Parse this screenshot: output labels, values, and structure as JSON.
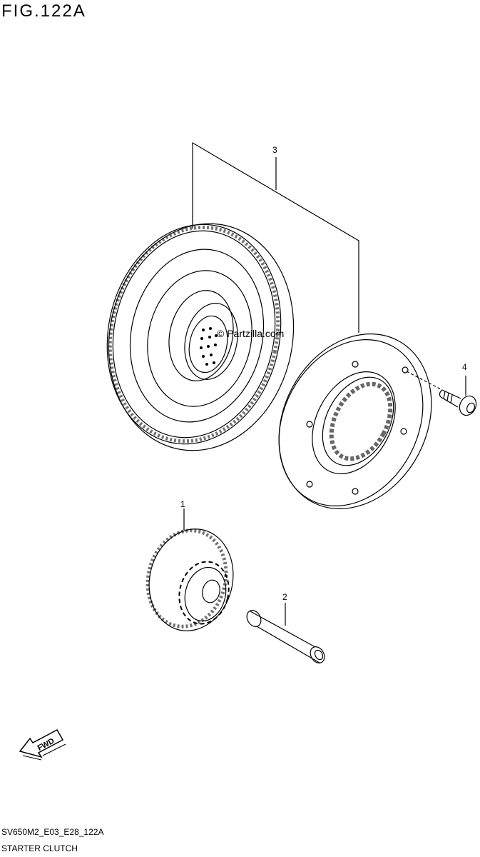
{
  "figure": {
    "title": "FIG.122A"
  },
  "callouts": [
    {
      "number": "1",
      "part": "starter-driven-gear"
    },
    {
      "number": "2",
      "part": "shaft"
    },
    {
      "number": "3",
      "part": "starter-clutch-assembly"
    },
    {
      "number": "4",
      "part": "bolt"
    }
  ],
  "watermark": "© Partzilla.com",
  "fwd_label": "FWD",
  "footer": {
    "code": "SV650M2_E03_E28_122A",
    "name": "STARTER CLUTCH"
  },
  "colors": {
    "line": "#000000",
    "background": "#ffffff"
  }
}
